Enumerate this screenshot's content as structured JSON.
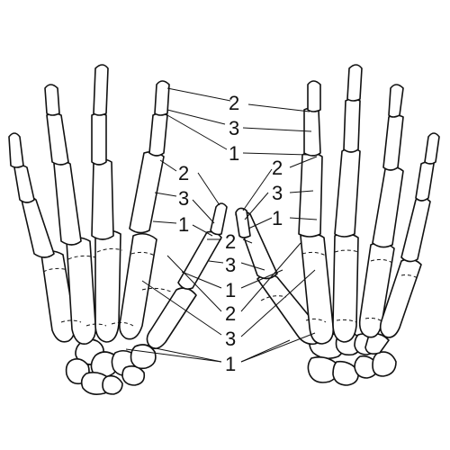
{
  "labels": {
    "top_right_2": "2",
    "top_right_3": "3",
    "top_right_1": "1",
    "mid_left_2": "2",
    "mid_left_3": "3",
    "mid_left_1": "1",
    "mid_right_2": "2",
    "mid_right_3": "3",
    "mid_right_1": "1",
    "center_2": "2",
    "center_3": "3",
    "center_1": "1",
    "bottom_2": "2",
    "bottom_3": "3",
    "bottom_1": "1"
  },
  "colors": {
    "ink": "#111111",
    "paper": "#ffffff"
  }
}
